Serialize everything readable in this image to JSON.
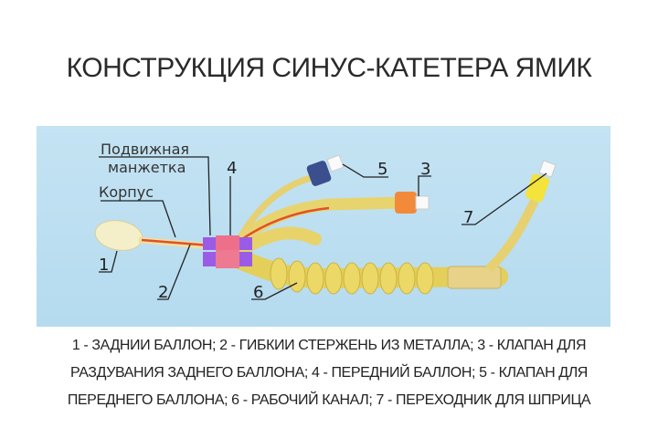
{
  "title": "КОНСТРУКЦИЯ СИНУС-КАТЕТЕРА ЯМИК",
  "labels": {
    "movable_cuff_line1": "Подвижная",
    "movable_cuff_line2": "манжетка",
    "body": "Корпус",
    "n1": "1",
    "n2": "2",
    "n3": "3",
    "n4": "4",
    "n5": "5",
    "n6": "6",
    "n7": "7"
  },
  "caption": [
    "1 - ЗАДНИИ БАЛЛОН; 2 - ГИБКИИ СТЕРЖЕНЬ ИЗ МЕТАЛЛА; 3 - КЛАПАН ДЛЯ",
    "РАЗДУВАНИЯ ЗАДНЕГО БАЛЛОНА; 4 - ПЕРЕДНИЙ БАЛЛОН; 5 - КЛАПАН ДЛЯ",
    "ПЕРЕДНЕГО БАЛЛОНА; 6 - РАБОЧИЙ КАНАЛ; 7 - ПЕРЕХОДНИК ДЛЯ ШПРИЦА"
  ]
}
